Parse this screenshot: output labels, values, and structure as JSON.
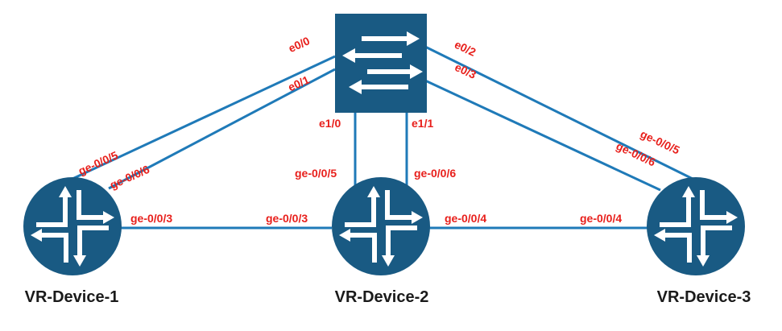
{
  "colors": {
    "device_fill": "#195a83",
    "link": "#1f7ab8",
    "port_label": "#e8201c",
    "arrow": "#ffffff"
  },
  "switch": {
    "icon": "switch-icon",
    "ports": [
      "e0/0",
      "e0/1",
      "e0/2",
      "e0/3",
      "e1/0",
      "e1/1"
    ]
  },
  "devices": [
    {
      "name": "VR-Device-1",
      "icon": "router-icon"
    },
    {
      "name": "VR-Device-2",
      "icon": "router-icon"
    },
    {
      "name": "VR-Device-3",
      "icon": "router-icon"
    }
  ],
  "links": [
    {
      "a": "e0/0",
      "b": "ge-0/0/5"
    },
    {
      "a": "e0/1",
      "b": "ge-0/0/6"
    },
    {
      "a": "e0/2",
      "b": "ge-0/0/5"
    },
    {
      "a": "e0/3",
      "b": "ge-0/0/6"
    },
    {
      "a": "e1/0",
      "b": "ge-0/0/5"
    },
    {
      "a": "e1/1",
      "b": "ge-0/0/6"
    },
    {
      "a": "ge-0/0/3",
      "b": "ge-0/0/3"
    },
    {
      "a": "ge-0/0/4",
      "b": "ge-0/0/4"
    }
  ]
}
